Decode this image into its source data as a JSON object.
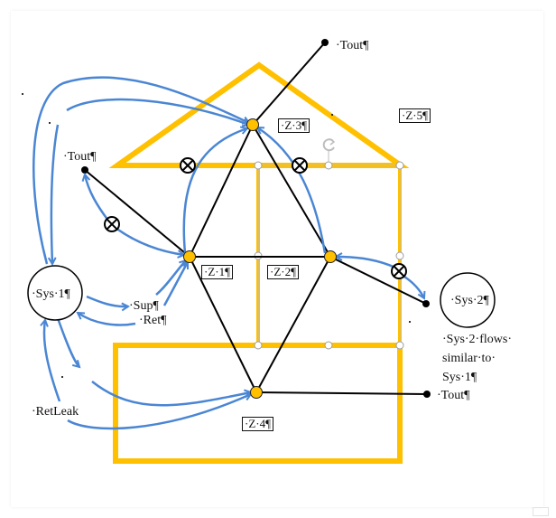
{
  "colors": {
    "zone_outline": "#FFC000",
    "flow_arrow": "#4A86D4",
    "node_fill": "#FFC000",
    "connection_line": "#000000",
    "selection_handle": "#9E9E9E"
  },
  "zones": [
    {
      "id": "Z1",
      "label": "·Z·1¶"
    },
    {
      "id": "Z2",
      "label": "·Z·2¶"
    },
    {
      "id": "Z3",
      "label": "·Z·3¶"
    },
    {
      "id": "Z4",
      "label": "·Z·4¶"
    },
    {
      "id": "Z5",
      "label": "·Z·5¶"
    }
  ],
  "outdoor": {
    "top_label": "·Tout¶",
    "left_label": "·Tout¶",
    "right_label": "·Tout¶"
  },
  "systems": {
    "sys1": {
      "label": "·Sys·1¶"
    },
    "sys2": {
      "label": "·Sys·2¶"
    }
  },
  "flow_labels": {
    "supply": "·Sup¶",
    "return": "·Ret¶",
    "return_leak": "·RetLeak"
  },
  "note": {
    "line1": "·Sys·2·flows·",
    "line2": "similar·to·",
    "line3": "Sys·1¶"
  },
  "icons": {
    "valve": "circle-x",
    "rotate_handle": "rotate-arrow"
  }
}
